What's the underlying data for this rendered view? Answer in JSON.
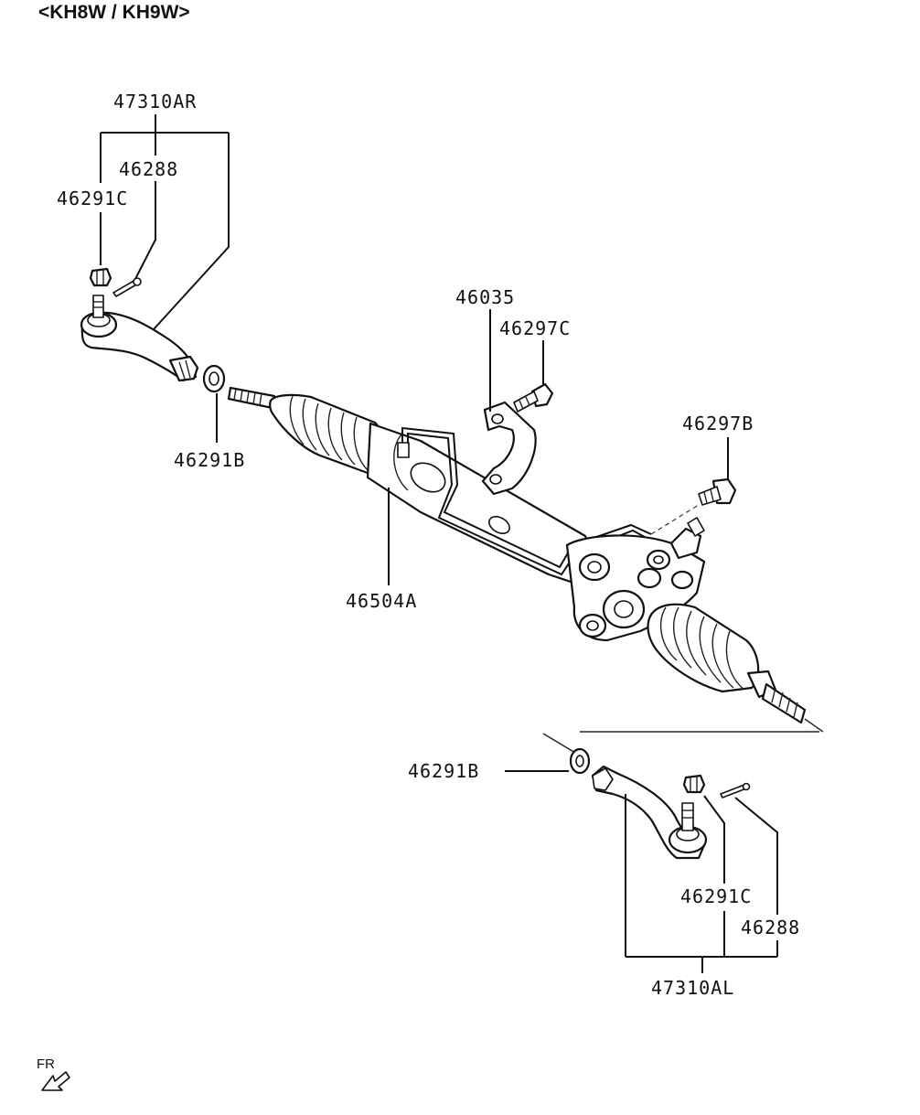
{
  "diagram": {
    "title": "<KH8W / KH9W>",
    "labels": {
      "tie_rod_end_right": "47310AR",
      "cotter_pin_upper": "46288",
      "castle_nut_upper": "46291C",
      "lock_nut_upper": "46291B",
      "gear_assembly": "46504A",
      "bracket": "46035",
      "bolt_c": "46297C",
      "bolt_b": "46297B",
      "lock_nut_lower": "46291B",
      "castle_nut_lower": "46291C",
      "cotter_pin_lower": "46288",
      "tie_rod_end_left": "47310AL"
    },
    "front_indicator": "FR"
  }
}
